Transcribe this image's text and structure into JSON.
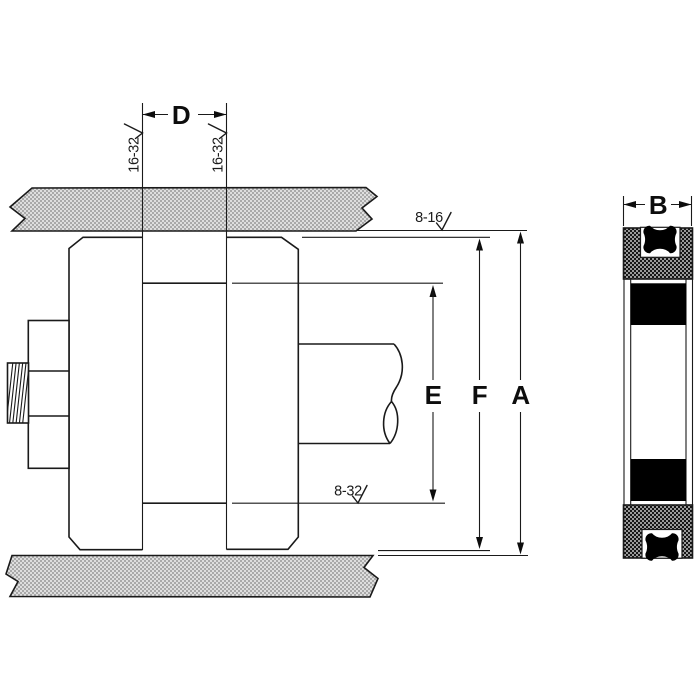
{
  "drawing": {
    "colors": {
      "background": "#ffffff",
      "line": "#1a1a1a",
      "seal": "#000000",
      "wall_hatch_light": "#a9a9a9",
      "gland_hatch_dark": "#161616"
    },
    "dimensions": {
      "A": "A",
      "B": "B",
      "D": "D",
      "E": "E",
      "F": "F"
    },
    "finish_callouts": {
      "groove_wall_left": "16-32",
      "groove_wall_right": "16-32",
      "bore_surface": "8-16",
      "groove_root": "8-32"
    }
  }
}
